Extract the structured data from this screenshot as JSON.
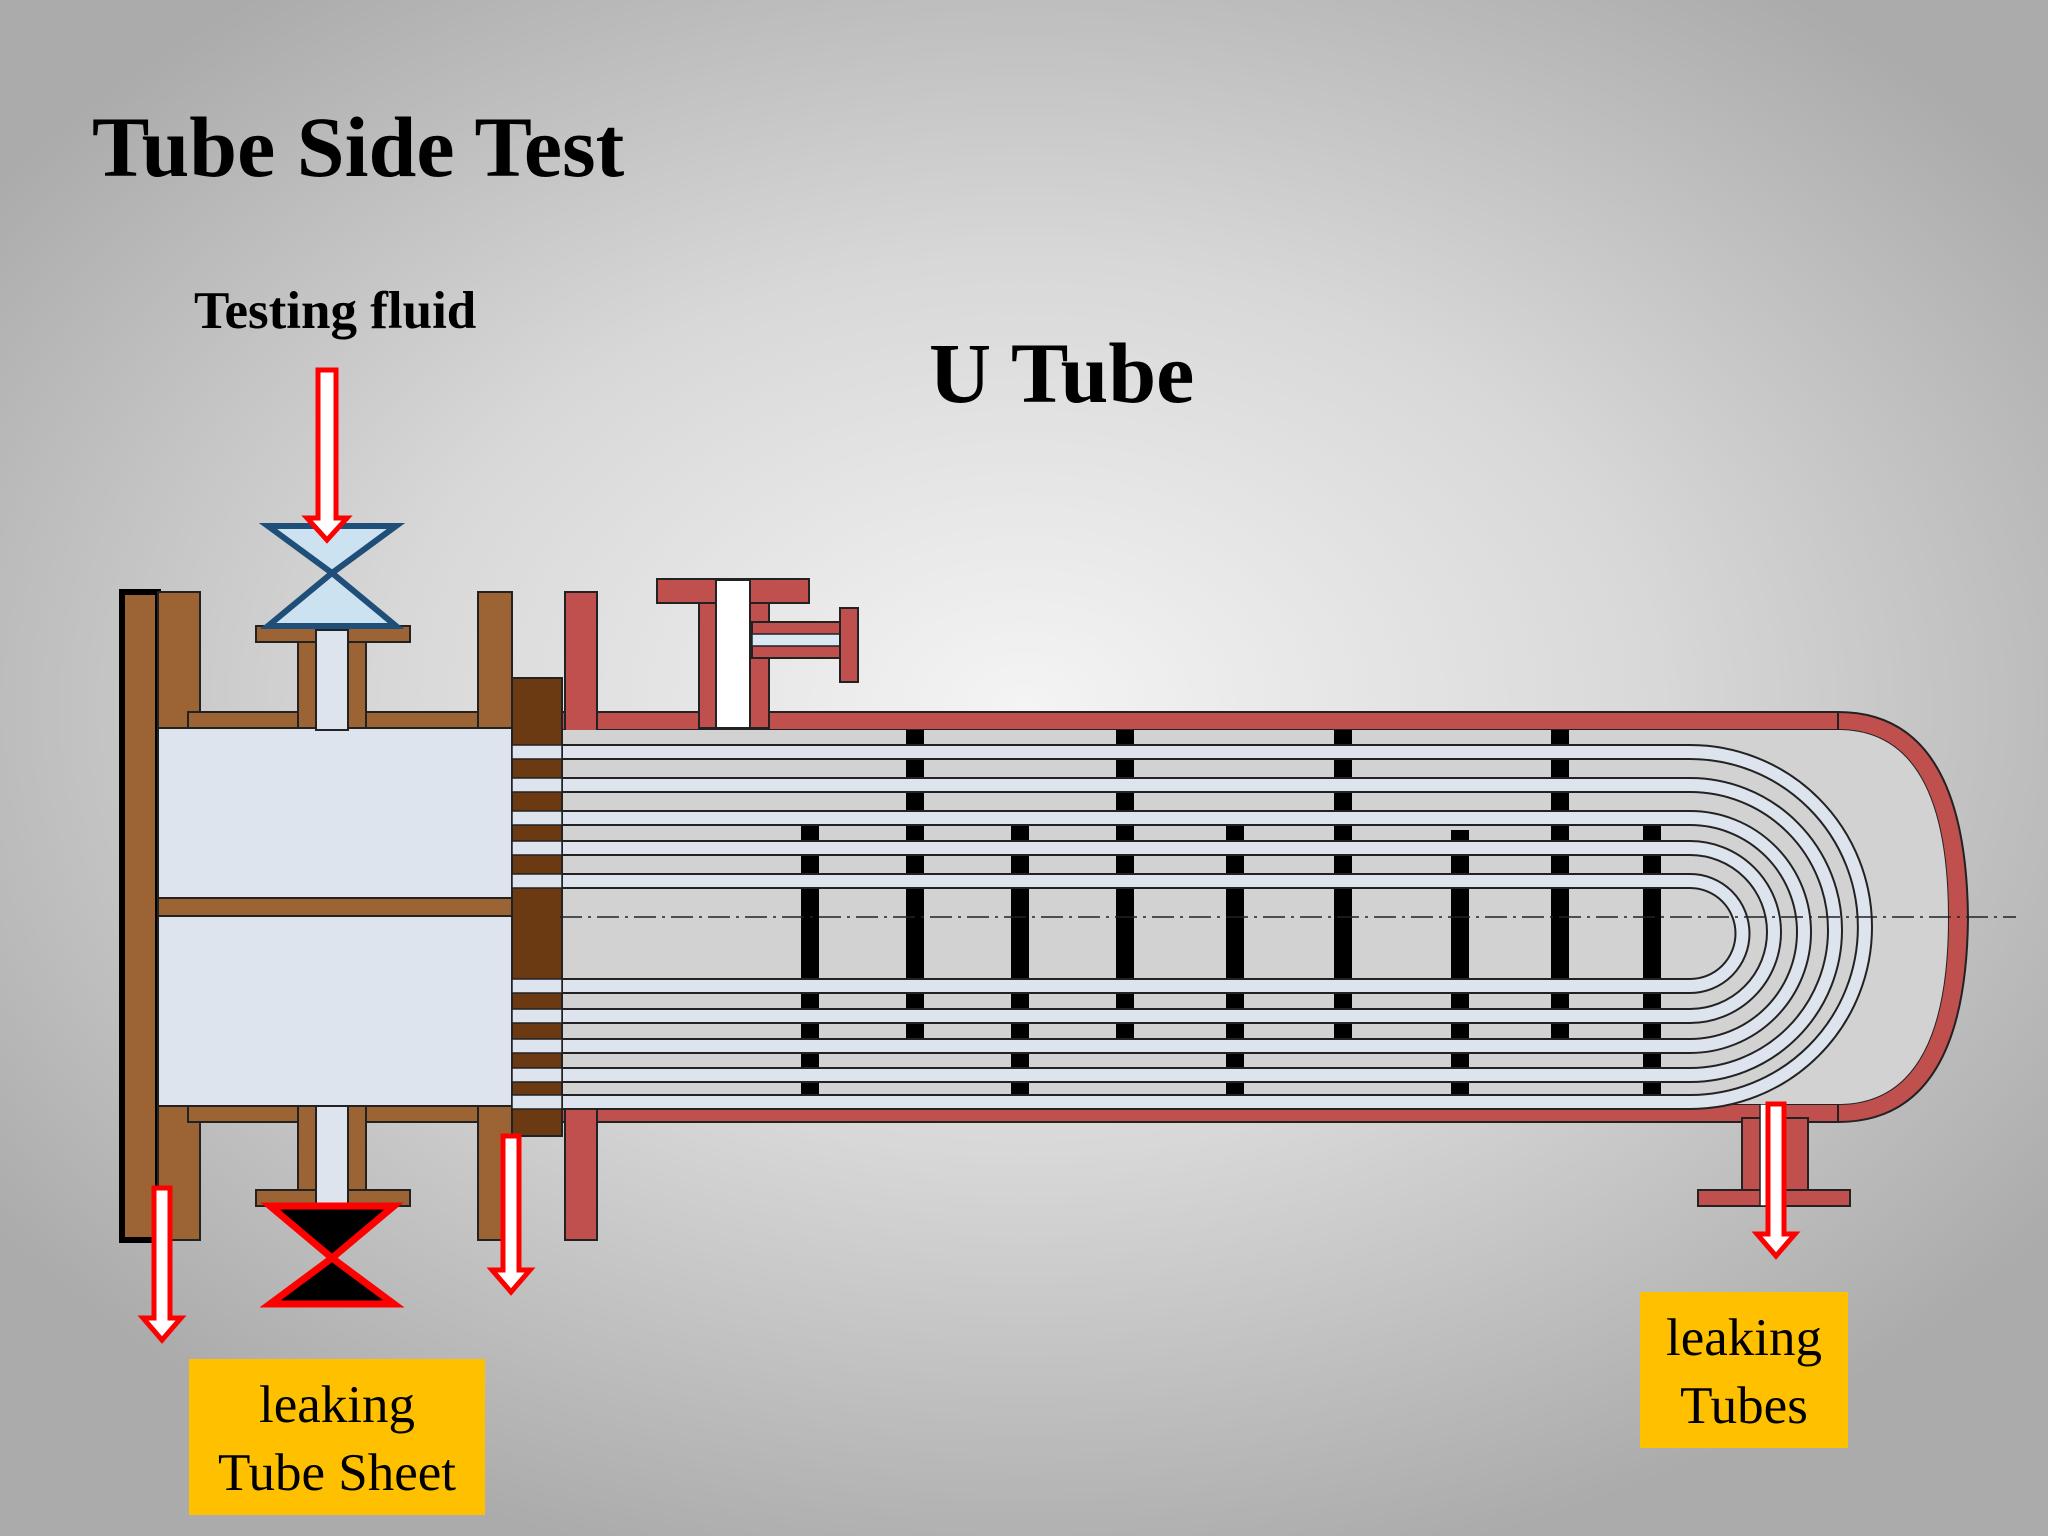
{
  "slide": {
    "title": "Tube Side Test",
    "subtitle": "U Tube",
    "fluid_label": "Testing fluid"
  },
  "callouts": {
    "tube_sheet": {
      "line1": "leaking",
      "line2": "Tube Sheet"
    },
    "tubes": {
      "line1": "leaking",
      "line2": "Tubes"
    }
  },
  "colors": {
    "channel_brown": "#9c6434",
    "tube_sheet_dark": "#6b3a12",
    "shell_red": "#c0504d",
    "tube_fill": "#dde4ee",
    "flow_arrow": "#ff0000",
    "callout_fill": "#ffc000",
    "inlet_valve_outline": "#1f4e79",
    "inlet_valve_fill": "#cde2f0",
    "drain_valve_outline": "#ff0000",
    "drain_valve_fill": "#000000"
  },
  "icons": {
    "inlet_valve": "gate-valve-open-icon",
    "drain_valve": "gate-valve-closed-icon",
    "flow_arrow": "down-arrow-icon"
  }
}
